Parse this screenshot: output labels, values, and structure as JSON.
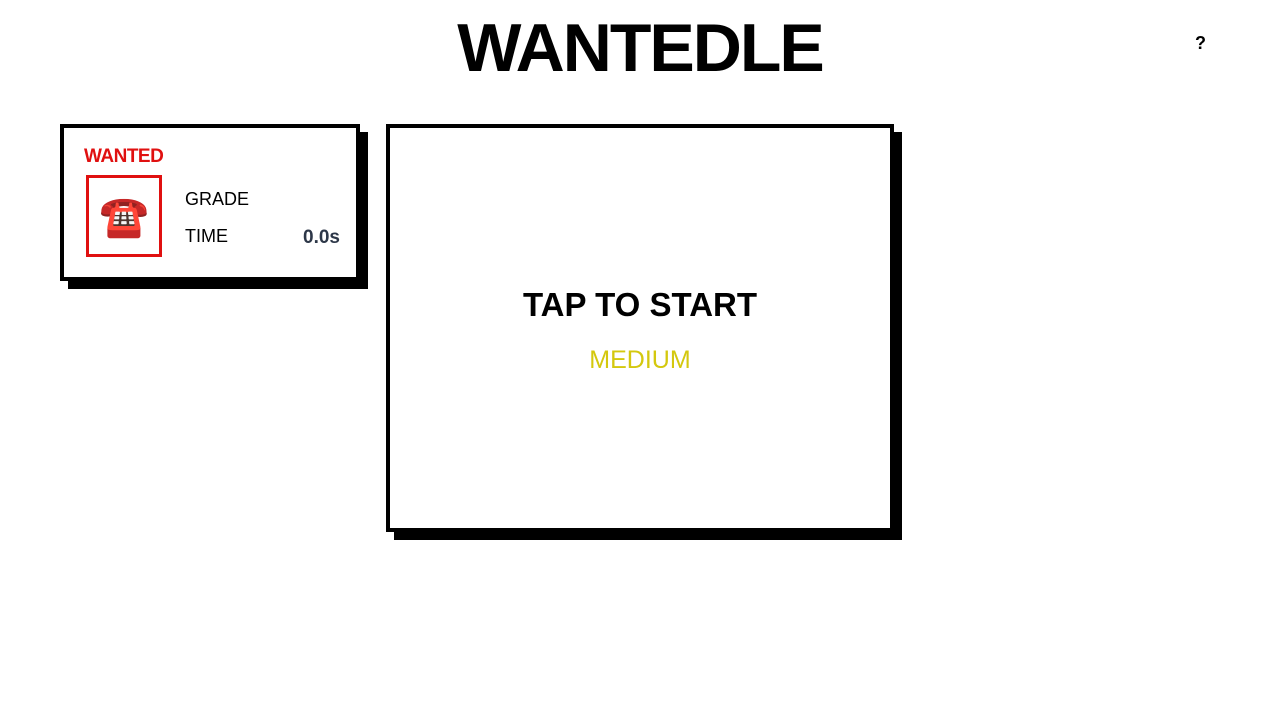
{
  "header": {
    "title": "WANTEDLE",
    "help_label": "?"
  },
  "wanted_card": {
    "heading": "WANTED",
    "portrait_icon": "☎️",
    "portrait_icon_name": "telephone-icon",
    "grade_label": "GRADE",
    "grade_value": "",
    "time_label": "TIME",
    "time_value": "0.0s"
  },
  "board": {
    "prompt": "TAP TO START",
    "difficulty": "MEDIUM"
  },
  "colors": {
    "accent_red": "#e01010",
    "difficulty_yellow": "#d4c80e",
    "time_text": "#2d3748"
  }
}
